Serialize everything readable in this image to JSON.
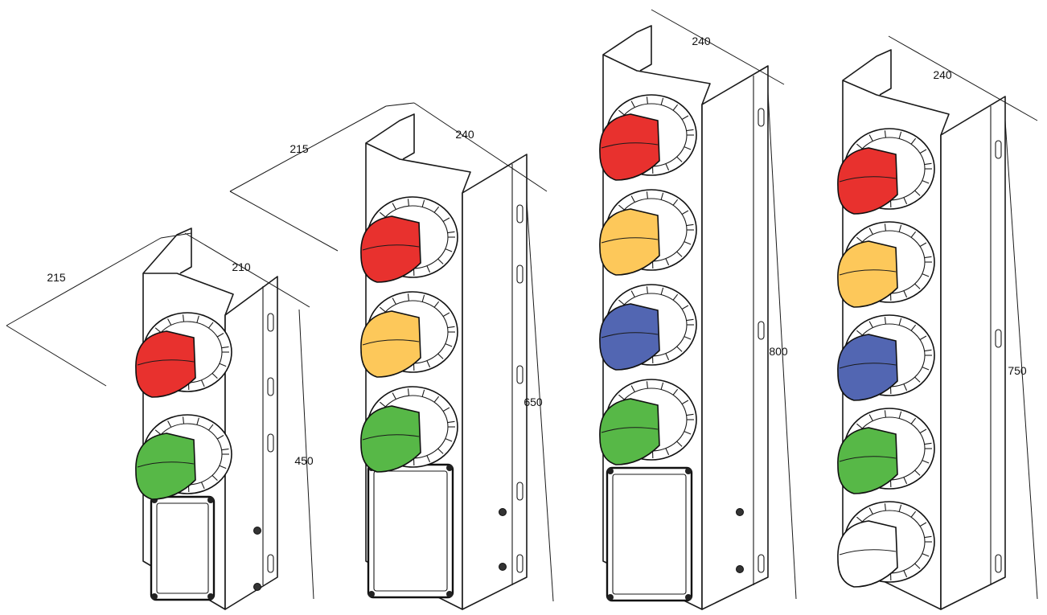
{
  "units": [
    {
      "dims": [
        {
          "role": "depth",
          "text": "215"
        },
        {
          "role": "width",
          "text": "210"
        },
        {
          "role": "height",
          "text": "450"
        }
      ],
      "lights": [
        {
          "color": "red",
          "fill": "#e8312e"
        },
        {
          "color": "green",
          "fill": "#57b847"
        }
      ],
      "has_junction_box": true
    },
    {
      "dims": [
        {
          "role": "depth",
          "text": "215"
        },
        {
          "role": "width",
          "text": "240"
        },
        {
          "role": "height",
          "text": "650"
        }
      ],
      "lights": [
        {
          "color": "red",
          "fill": "#e8312e"
        },
        {
          "color": "amber",
          "fill": "#fdc85a"
        },
        {
          "color": "green",
          "fill": "#57b847"
        }
      ],
      "has_junction_box": true
    },
    {
      "dims": [
        {
          "role": "width",
          "text": "240"
        },
        {
          "role": "height",
          "text": "800"
        }
      ],
      "lights": [
        {
          "color": "red",
          "fill": "#e8312e"
        },
        {
          "color": "amber",
          "fill": "#fdc85a"
        },
        {
          "color": "blue",
          "fill": "#5266b2"
        },
        {
          "color": "green",
          "fill": "#57b847"
        }
      ],
      "has_junction_box": true
    },
    {
      "dims": [
        {
          "role": "width",
          "text": "240"
        },
        {
          "role": "height",
          "text": "750"
        }
      ],
      "lights": [
        {
          "color": "red",
          "fill": "#e8312e"
        },
        {
          "color": "amber",
          "fill": "#fdc85a"
        },
        {
          "color": "blue",
          "fill": "#5266b2"
        },
        {
          "color": "green",
          "fill": "#57b847"
        },
        {
          "color": "white",
          "fill": "#ffffff"
        }
      ],
      "has_junction_box": false
    }
  ]
}
